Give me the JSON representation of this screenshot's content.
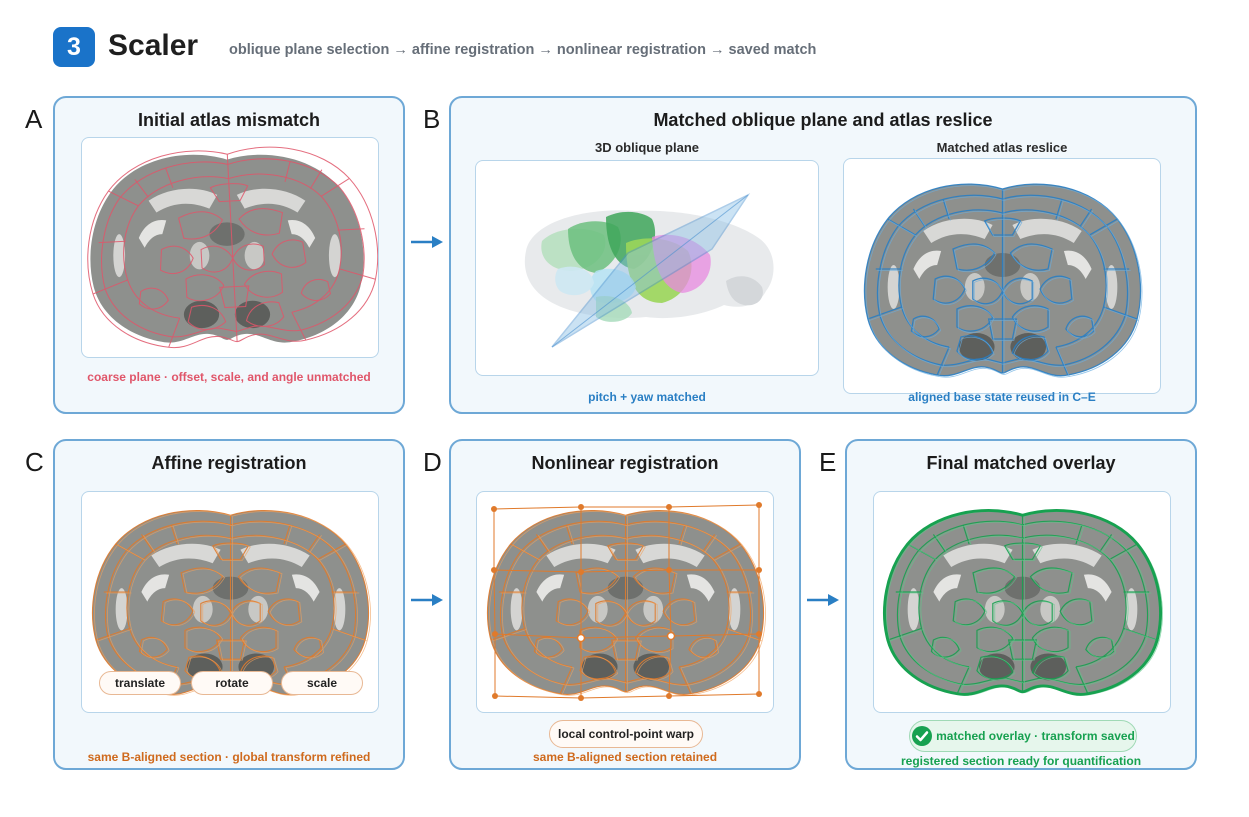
{
  "header": {
    "step_number": "3",
    "app_name": "Scaler",
    "pipeline": "oblique plane selection → affine registration → nonlinear registration → saved match"
  },
  "panels": {
    "a": {
      "letter": "A",
      "title": "Initial atlas mismatch",
      "caption": "coarse plane · offset, scale, and angle unmatched",
      "outline_color": "#e0566a"
    },
    "b": {
      "letter": "B",
      "title": "Matched oblique plane and atlas reslice",
      "left_subtitle": "3D oblique plane",
      "left_caption": "pitch + yaw matched",
      "right_subtitle": "Matched atlas reslice",
      "right_caption": "aligned base state reused in C–E",
      "outline_color": "#2a7fc4"
    },
    "c": {
      "letter": "C",
      "title": "Affine registration",
      "controls": [
        "translate",
        "rotate",
        "scale"
      ],
      "caption": "same B-aligned section · global transform refined",
      "outline_color": "#e07a2b"
    },
    "d": {
      "letter": "D",
      "title": "Nonlinear registration",
      "tool": "local control-point warp",
      "caption": "same B-aligned section retained",
      "outline_color": "#e07a2b"
    },
    "e": {
      "letter": "E",
      "title": "Final matched overlay",
      "status": "matched overlay · transform saved",
      "caption": "registered section ready for quantification",
      "outline_color": "#17a150"
    }
  },
  "colors": {
    "accent": "#1a73c9",
    "panel_border": "#6ea8d6",
    "panel_fill": "#f2f8fc",
    "arrow": "#2a7fc4"
  },
  "icons": [
    "arrow-right-icon",
    "check-circle-icon"
  ]
}
